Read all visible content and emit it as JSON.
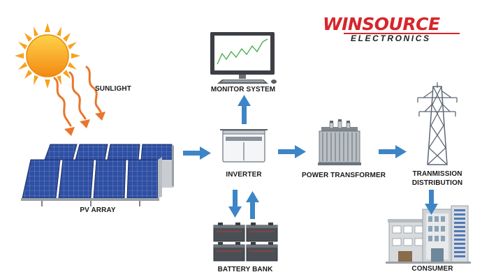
{
  "brand": {
    "name": "WINSOURCE",
    "tagline": "ELECTRONICS",
    "color": "#d6262c"
  },
  "nodes": {
    "sunlight": {
      "label": "SUNLIGHT",
      "icon": "sun-icon"
    },
    "pv_array": {
      "label": "PV ARRAY",
      "icon": "solar-panel-icon"
    },
    "monitor": {
      "label": "MONITOR SYSTEM",
      "icon": "monitor-icon"
    },
    "inverter": {
      "label": "INVERTER",
      "icon": "inverter-icon"
    },
    "battery": {
      "label": "BATTERY BANK",
      "icon": "battery-icon"
    },
    "transformer": {
      "label": "POWER TRANSFORMER",
      "icon": "transformer-icon"
    },
    "transmission": {
      "label_line1": "TRANMISSION",
      "label_line2": "DISTRIBUTION",
      "icon": "transmission-tower-icon"
    },
    "consumer": {
      "label": "CONSUMER",
      "icon": "buildings-icon"
    }
  },
  "colors": {
    "arrow": "#3d85c6",
    "sun": "#f7a21b",
    "sunlight_arrow": "#e8772e",
    "panel": "#2c4a9a",
    "label": "#1a1a1a"
  }
}
